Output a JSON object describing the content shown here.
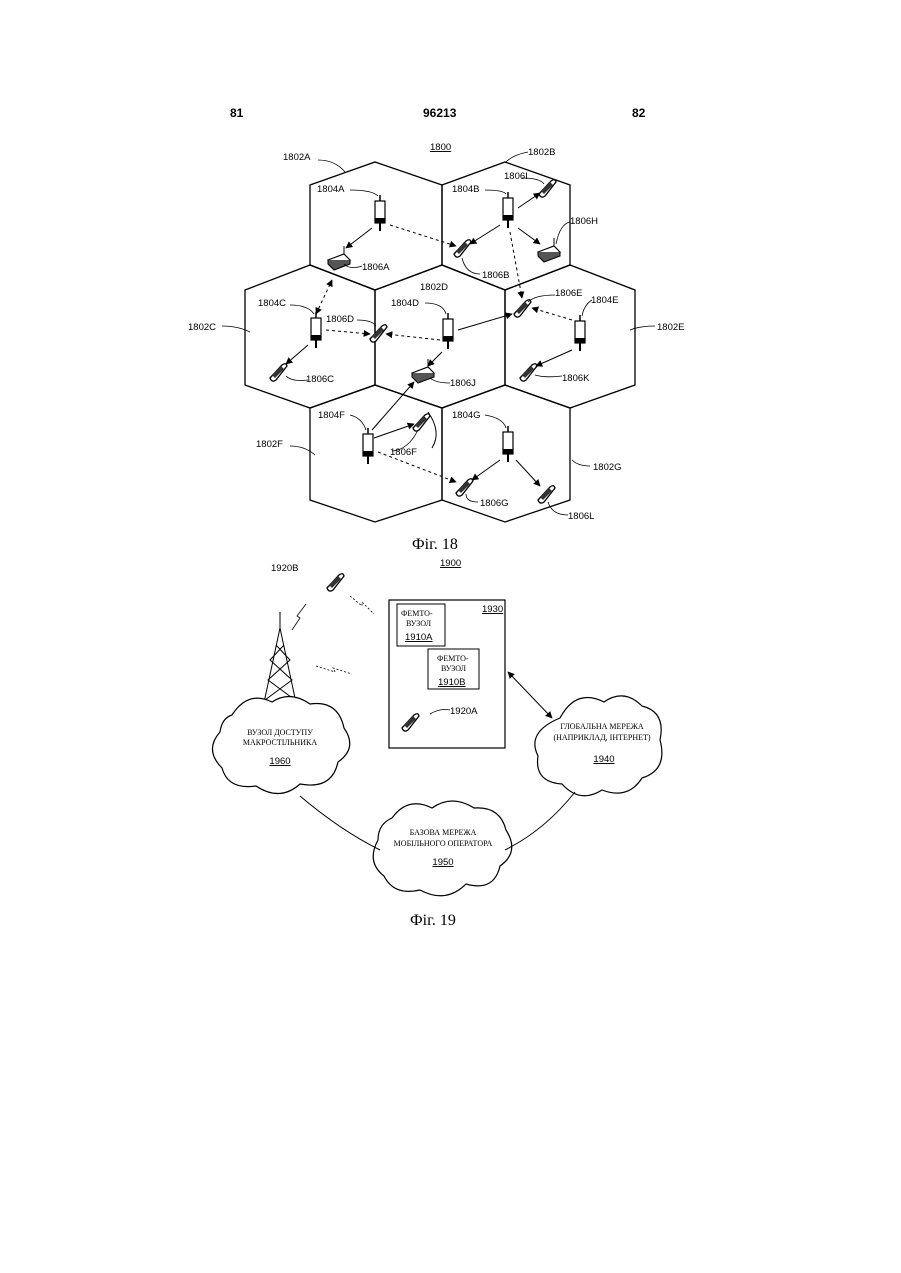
{
  "header": {
    "left_page": "81",
    "patent_no": "96213",
    "right_page": "82"
  },
  "fig18": {
    "ref": "1800",
    "caption": "Фіг. 18",
    "cells": [
      "1802A",
      "1802B",
      "1802C",
      "1802D",
      "1802E",
      "1802F",
      "1802G"
    ],
    "base_stations": [
      "1804A",
      "1804B",
      "1804C",
      "1804D",
      "1804E",
      "1804F",
      "1804G"
    ],
    "terminals": [
      "1806A",
      "1806B",
      "1806C",
      "1806D",
      "1806E",
      "1806F",
      "1806G",
      "1806H",
      "1806I",
      "1806J",
      "1806K",
      "1806L"
    ]
  },
  "fig19": {
    "ref": "1900",
    "caption": "Фіг. 19",
    "handset_b": "1920B",
    "handset_a": "1920A",
    "home_box_ref": "1930",
    "femto_a": {
      "line1": "ФЕМТО-",
      "line2": "ВУЗОЛ",
      "ref": "1910A"
    },
    "femto_b": {
      "line1": "ФЕМТО-",
      "line2": "ВУЗОЛ",
      "ref": "1910B"
    },
    "macro_cloud": {
      "line1": "ВУЗОЛ ДОСТУПУ",
      "line2": "МАКРОСТІЛЬНИКА",
      "ref": "1960"
    },
    "wan_cloud": {
      "line1": "ГЛОБАЛЬНА МЕРЕЖА",
      "line2": "(НАПРИКЛАД, ІНТЕРНЕТ)",
      "ref": "1940"
    },
    "core_cloud": {
      "line1": "БАЗОВА МЕРЕЖА",
      "line2": "МОБІЛЬНОГО ОПЕРАТОРА",
      "ref": "1950"
    }
  }
}
